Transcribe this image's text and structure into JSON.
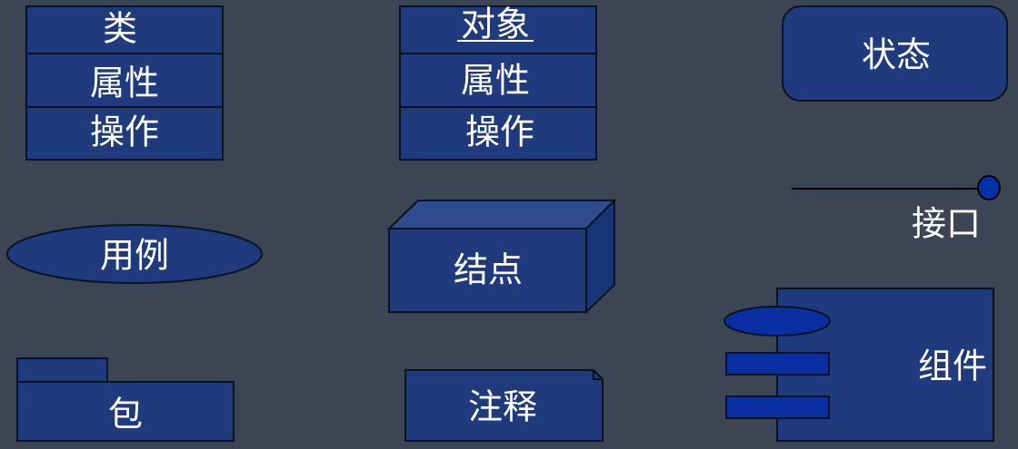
{
  "class_box": {
    "name": "类",
    "attributes": "属性",
    "operations": "操作"
  },
  "object_box": {
    "name": "对象",
    "attributes": "属性",
    "operations": "操作"
  },
  "state_label": "状态",
  "interface_label": "接口",
  "use_case_label": "用例",
  "node_label": "结点",
  "package_label": "包",
  "note_label": "注释",
  "component_label": "组件",
  "colors": {
    "background": "#3b4553",
    "shape_fill": "#1f3b7d",
    "shape_stroke": "#0c1320",
    "text": "#ffffff",
    "interface_line": "#000000",
    "interface_dot": "#0033aa",
    "component_parts": "#0a2fa3"
  }
}
